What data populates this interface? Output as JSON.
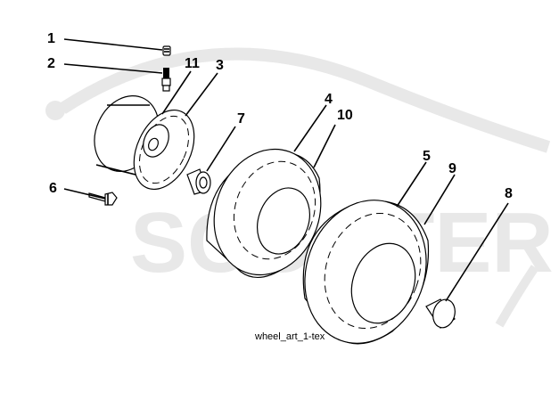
{
  "diagram": {
    "caption": "wheel_art_1-tex",
    "watermark_text": "SCOOTER",
    "callouts": [
      {
        "id": "1",
        "text": "1"
      },
      {
        "id": "2",
        "text": "2"
      },
      {
        "id": "11",
        "text": "11"
      },
      {
        "id": "3",
        "text": "3"
      },
      {
        "id": "4",
        "text": "4"
      },
      {
        "id": "10",
        "text": "10"
      },
      {
        "id": "7",
        "text": "7"
      },
      {
        "id": "6",
        "text": "6"
      },
      {
        "id": "5",
        "text": "5"
      },
      {
        "id": "9",
        "text": "9"
      },
      {
        "id": "8",
        "text": "8"
      }
    ]
  }
}
